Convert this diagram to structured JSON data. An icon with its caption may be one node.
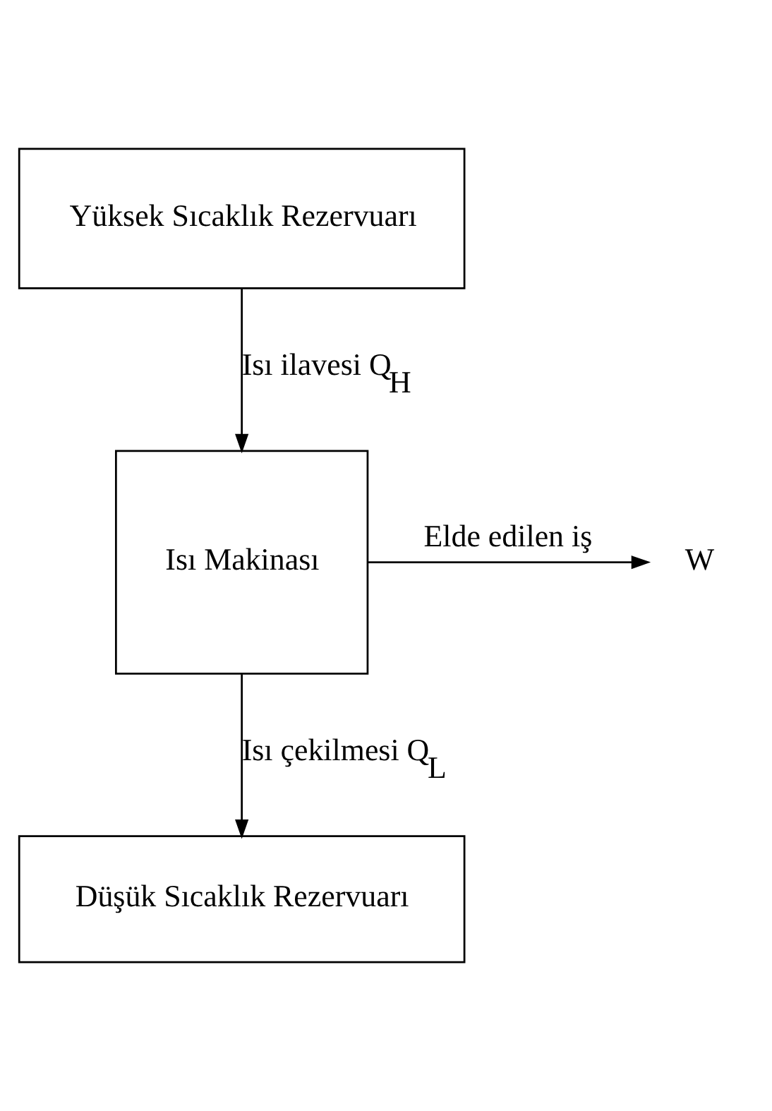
{
  "diagram": {
    "nodes": [
      {
        "text": [
          "Yüksek Sıcaklık Rezervuarı"
        ]
      },
      {
        "text": [
          "Isı Makinası"
        ]
      },
      {
        "text": [
          "Düşük Sıcaklık Rezervuarı"
        ]
      },
      {
        "text": [
          "W"
        ]
      }
    ],
    "edges": [
      {
        "from": 0,
        "to": 1,
        "arrow": "to",
        "label": "Isı ilavesi Q$_{H}$"
      },
      {
        "from": 1,
        "to": 2,
        "arrow": "to",
        "label": "Isı çekilmesi Q$_{L}$"
      },
      {
        "from": 1,
        "to": 3,
        "arrow": "to",
        "label": "Elde edilen iş"
      }
    ]
  }
}
